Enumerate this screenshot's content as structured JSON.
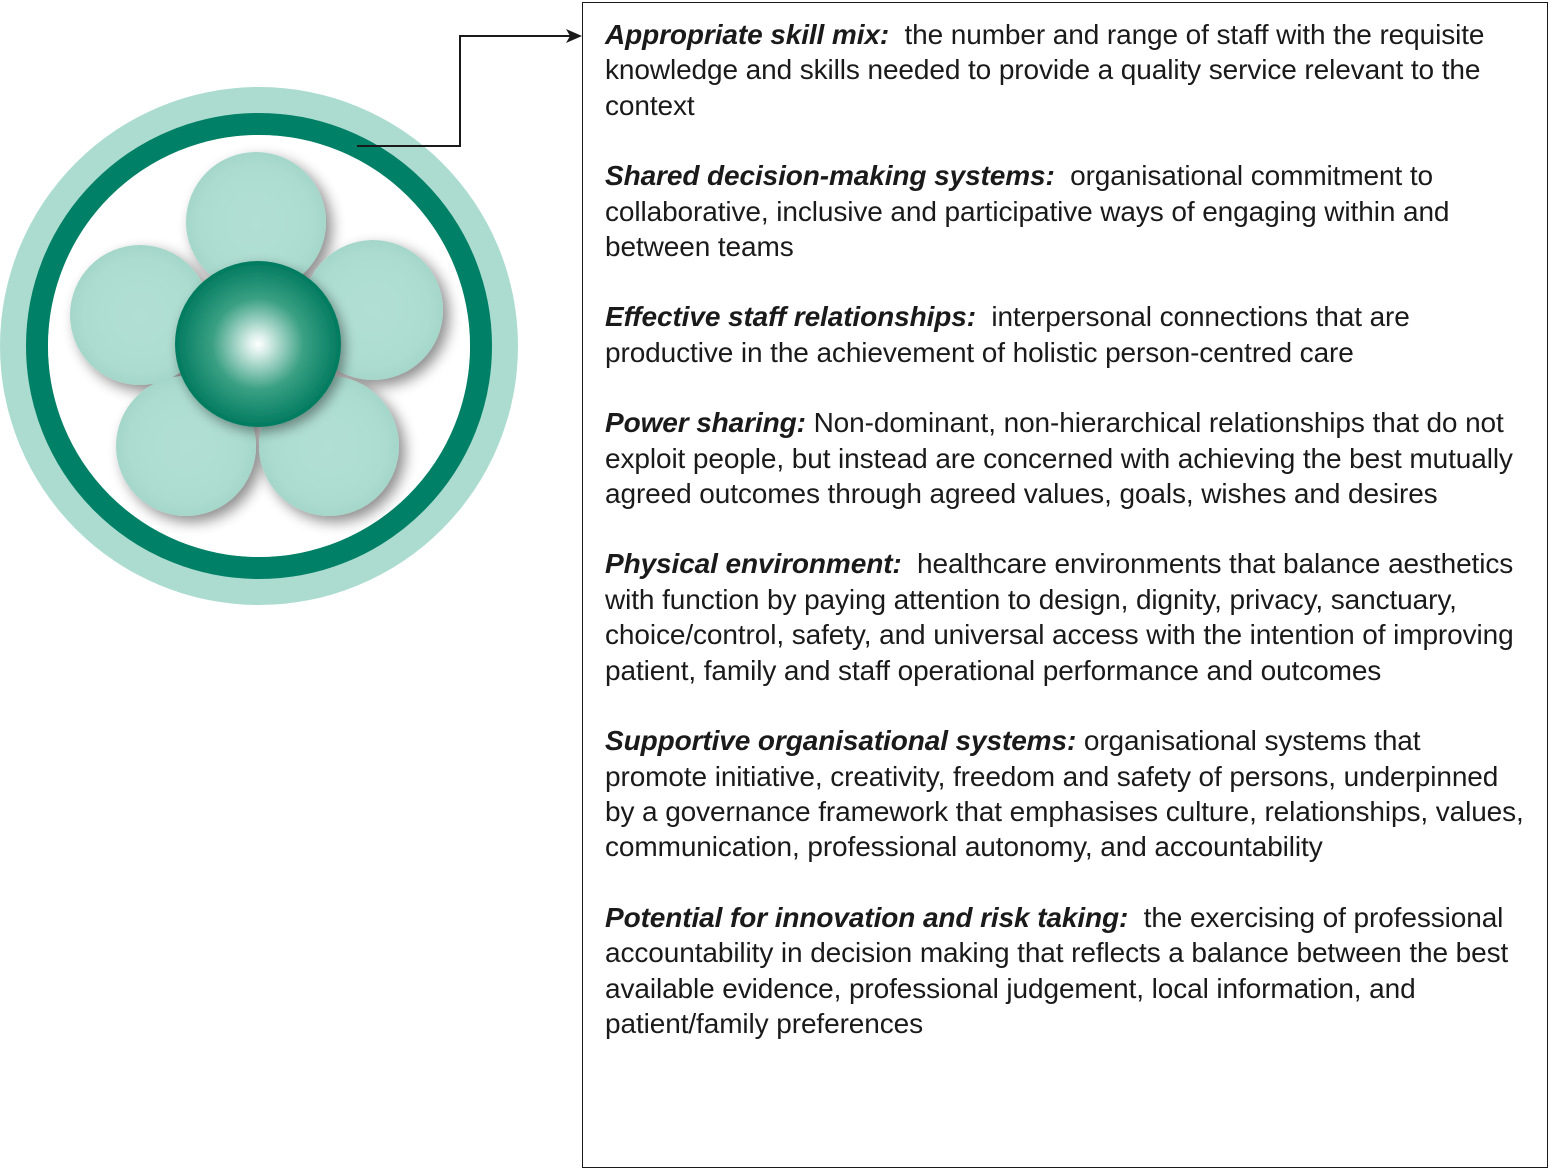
{
  "colors": {
    "outer_ring": "#acdcd0",
    "dark_ring": "#008066",
    "petal": "#acdcd0",
    "center_dark": "#008066",
    "center_highlight": "#ffffff",
    "text": "#1a1a1a"
  },
  "items": [
    {
      "term": "Appropriate skill mix:",
      "desc": "the number and range of staff with the requisite knowledge and skills needed to provide a quality service relevant to the context"
    },
    {
      "term": "Shared decision-making systems:",
      "desc": "organisational commitment to collaborative, inclusive and participative ways of engaging within and between teams"
    },
    {
      "term": "Effective staff relationships:",
      "desc": "interpersonal connections that are productive in the achievement of holistic person-centred care"
    },
    {
      "term": "Power sharing:",
      "desc": "Non-dominant, non-hierarchical relationships that do not exploit people, but instead are concerned with achieving the best mutually agreed outcomes through agreed values, goals, wishes and desires"
    },
    {
      "term": "Physical environment:",
      "desc": "healthcare environments that balance aesthetics with function by paying attention to design, dignity, privacy, sanctuary, choice/control, safety, and universal access with the intention of improving patient, family and staff operational performance and outcomes"
    },
    {
      "term": "Supportive organisational systems:",
      "desc": "organisational systems that promote initiative, creativity, freedom and safety of persons, underpinned by a governance framework that emphasises culture, relationships, values, communication, professional autonomy, and accountability"
    },
    {
      "term": "Potential for innovation and risk taking:",
      "desc": "the exercising of professional accountability in decision making that reflects a balance between the best available evidence, professional judgement, local information, and patient/family preferences"
    }
  ]
}
